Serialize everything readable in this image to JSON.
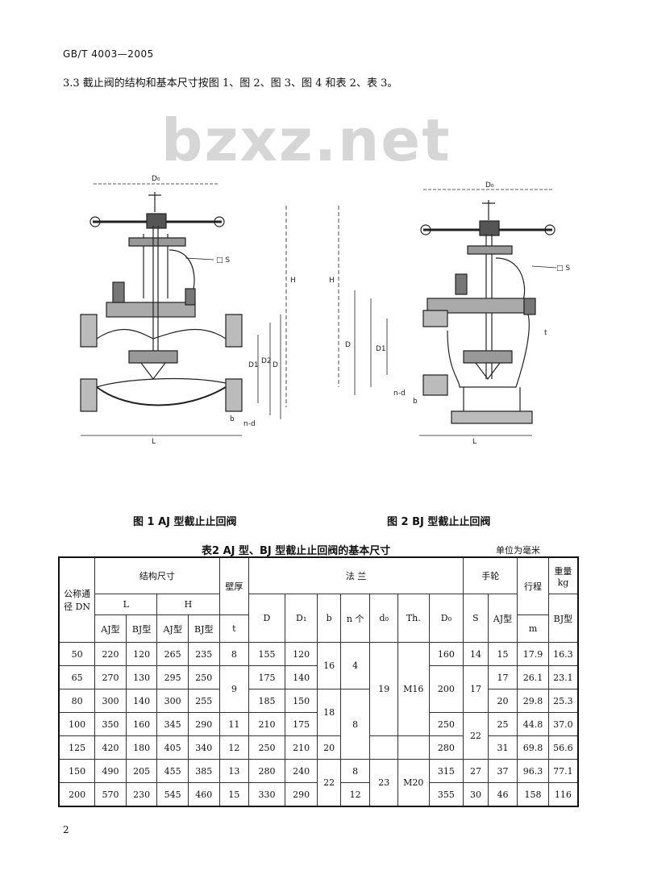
{
  "header": {
    "std": "GB/T 4003—2005"
  },
  "clause": {
    "text": "3.3  截止阀的结构和基本尺寸按图 1、图 2、图 3、图 4 和表 2、表 3。"
  },
  "watermark": "bzxz.net",
  "figures": {
    "fig1_caption": "图 1   AJ 型截止止回阀",
    "fig2_caption": "图 2   BJ 型截止止回阀",
    "fig1_labels": {
      "D0": "D₀",
      "S": "□ S",
      "H": "H",
      "D1": "D1",
      "D2": "D2",
      "D": "D",
      "L": "L",
      "b": "b",
      "nd": "n-d"
    },
    "fig2_labels": {
      "D0": "D₀",
      "S": "□ S",
      "H": "H",
      "D": "D",
      "D1": "D1",
      "L": "L",
      "t": "t",
      "nd": "n-d",
      "b": "b"
    }
  },
  "table": {
    "title": "表2   AJ 型、BJ 型截止止回阀的基本尺寸",
    "unit": "单位为毫米",
    "head": {
      "dn": "公称通径 DN",
      "struct": "结构尺寸",
      "wall": "壁厚",
      "flange": "法     兰",
      "wheel": "手轮",
      "stroke": "行程",
      "weight": "重量 kg",
      "L": "L",
      "H": "H",
      "aj": "AJ型",
      "bj": "BJ型",
      "t": "t",
      "D": "D",
      "D1": "D₁",
      "b": "b",
      "n": "n 个",
      "d0": "d₀",
      "th": "Th.",
      "Dw": "D₀",
      "S": "S",
      "m": "m"
    },
    "rows": [
      {
        "dn": "50",
        "l_aj": "220",
        "l_bj": "120",
        "h_aj": "265",
        "h_bj": "235",
        "t": "8",
        "D": "155",
        "D1": "120",
        "Dw": "160",
        "S": "14",
        "m": "15",
        "w_aj": "17.9",
        "w_bj": "16.3"
      },
      {
        "dn": "65",
        "l_aj": "270",
        "l_bj": "130",
        "h_aj": "295",
        "h_bj": "250",
        "D": "175",
        "D1": "140",
        "m": "17",
        "w_aj": "26.1",
        "w_bj": "23.1"
      },
      {
        "dn": "80",
        "l_aj": "300",
        "l_bj": "140",
        "h_aj": "300",
        "h_bj": "255",
        "D": "185",
        "D1": "150",
        "m": "20",
        "w_aj": "29.8",
        "w_bj": "25.3"
      },
      {
        "dn": "100",
        "l_aj": "350",
        "l_bj": "160",
        "h_aj": "345",
        "h_bj": "290",
        "t": "11",
        "D": "210",
        "D1": "175",
        "Dw": "250",
        "m": "25",
        "w_aj": "44.8",
        "w_bj": "37.0"
      },
      {
        "dn": "125",
        "l_aj": "420",
        "l_bj": "180",
        "h_aj": "405",
        "h_bj": "340",
        "t": "12",
        "D": "250",
        "D1": "210",
        "b": "20",
        "Dw": "280",
        "m": "31",
        "w_aj": "69.8",
        "w_bj": "56.6"
      },
      {
        "dn": "150",
        "l_aj": "490",
        "l_bj": "205",
        "h_aj": "455",
        "h_bj": "385",
        "t": "13",
        "D": "280",
        "D1": "240",
        "Dw": "315",
        "S": "27",
        "m": "37",
        "w_aj": "96.3",
        "w_bj": "77.1"
      },
      {
        "dn": "200",
        "l_aj": "570",
        "l_bj": "230",
        "h_aj": "545",
        "h_bj": "460",
        "t": "15",
        "D": "330",
        "D1": "290",
        "n": "12",
        "Dw": "355",
        "S": "30",
        "m": "46",
        "w_aj": "158",
        "w_bj": "116"
      }
    ],
    "merged": {
      "t_65_80": "9",
      "b_50_65": "16",
      "b_80_100": "18",
      "b_150_200": "22",
      "n_50_65": "4",
      "n_100_125": "8",
      "n_150": "8",
      "d0_50_100": "19",
      "d0_150_200": "23",
      "th_50_100": "M16",
      "th_150_200": "M20",
      "dw_65_80": "200",
      "s_65_80": "17",
      "s_100_125": "22"
    }
  },
  "page_number": "2"
}
